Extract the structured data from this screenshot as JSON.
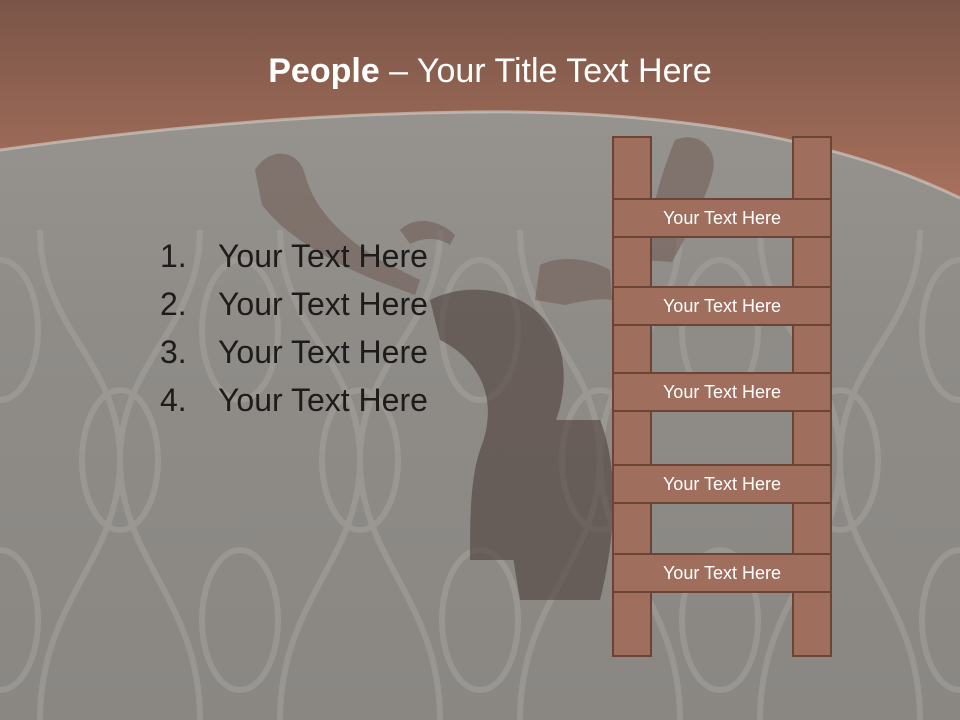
{
  "slide": {
    "title_bold": "People",
    "title_rest": " – Your Title Text Here",
    "list_items": [
      {
        "num": "1.",
        "text": "Your Text Here"
      },
      {
        "num": "2.",
        "text": "Your Text Here"
      },
      {
        "num": "3.",
        "text": "Your Text Here"
      },
      {
        "num": "4.",
        "text": "Your Text Here"
      }
    ],
    "ladder_rungs": [
      "Your Text Here",
      "Your Text Here",
      "Your Text Here",
      "Your Text Here",
      "Your Text Here"
    ]
  },
  "colors": {
    "header_brown": "#a06e5d",
    "ladder_fill": "#a06e5d",
    "ladder_border": "#6c4436",
    "background_gray": "#8f8c88"
  }
}
